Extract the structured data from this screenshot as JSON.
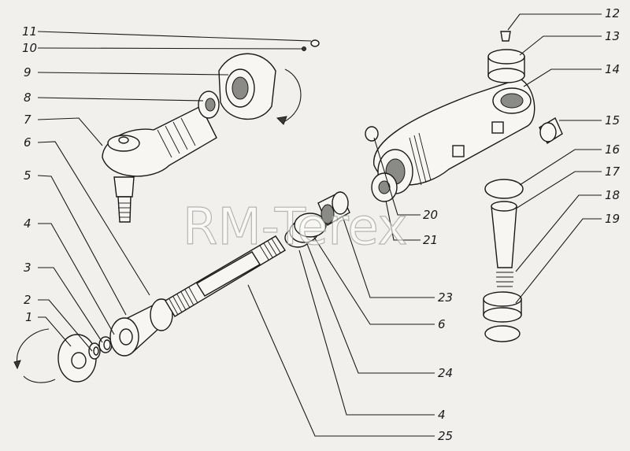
{
  "watermark": "RM-Terex",
  "labels": {
    "n1": "1",
    "n2": "2",
    "n3": "3",
    "n4a": "4",
    "n5": "5",
    "n6a": "6",
    "n7": "7",
    "n8": "8",
    "n9": "9",
    "n10": "10",
    "n11": "11",
    "n12": "12",
    "n13": "13",
    "n14": "14",
    "n15": "15",
    "n16": "16",
    "n17": "17",
    "n18": "18",
    "n19": "19",
    "n20": "20",
    "n21": "21",
    "n23": "23",
    "n6b": "6",
    "n24": "24",
    "n4b": "4",
    "n25": "25"
  }
}
